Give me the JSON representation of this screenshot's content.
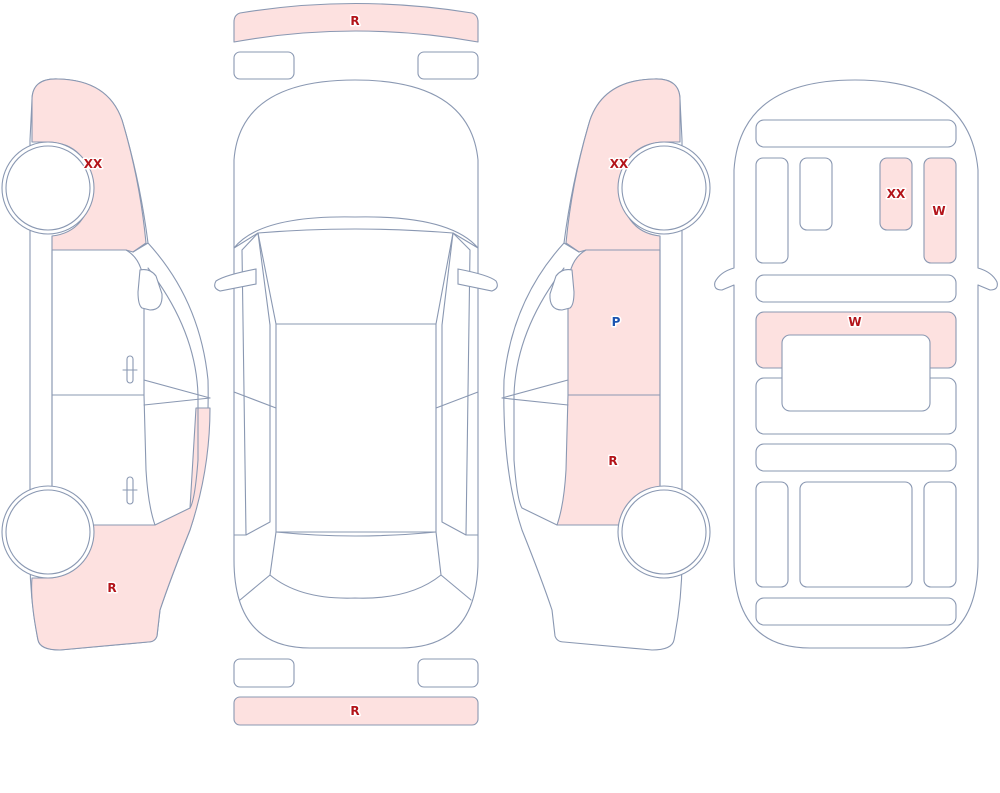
{
  "legend_colors": {
    "damaged_fill": "#fde1e0",
    "outline": "#8a98b2",
    "code_default": "#b3141a",
    "code_paint": "#1c54b0"
  },
  "damage_marks": {
    "front_bumper": {
      "code": "R",
      "color": "#b3141a"
    },
    "rear_bumper": {
      "code": "R",
      "color": "#b3141a"
    },
    "left_front_fender": {
      "code": "XX",
      "color": "#b3141a"
    },
    "left_rear_quarter": {
      "code": "R",
      "color": "#b3141a"
    },
    "right_front_fender": {
      "code": "XX",
      "color": "#b3141a"
    },
    "right_front_door": {
      "code": "P",
      "color": "#1c54b0"
    },
    "right_rear_door": {
      "code": "R",
      "color": "#b3141a"
    },
    "underbody_panel_a": {
      "code": "XX",
      "color": "#b3141a"
    },
    "underbody_panel_b": {
      "code": "W",
      "color": "#b3141a"
    },
    "underbody_crossmember": {
      "code": "W",
      "color": "#b3141a"
    }
  }
}
